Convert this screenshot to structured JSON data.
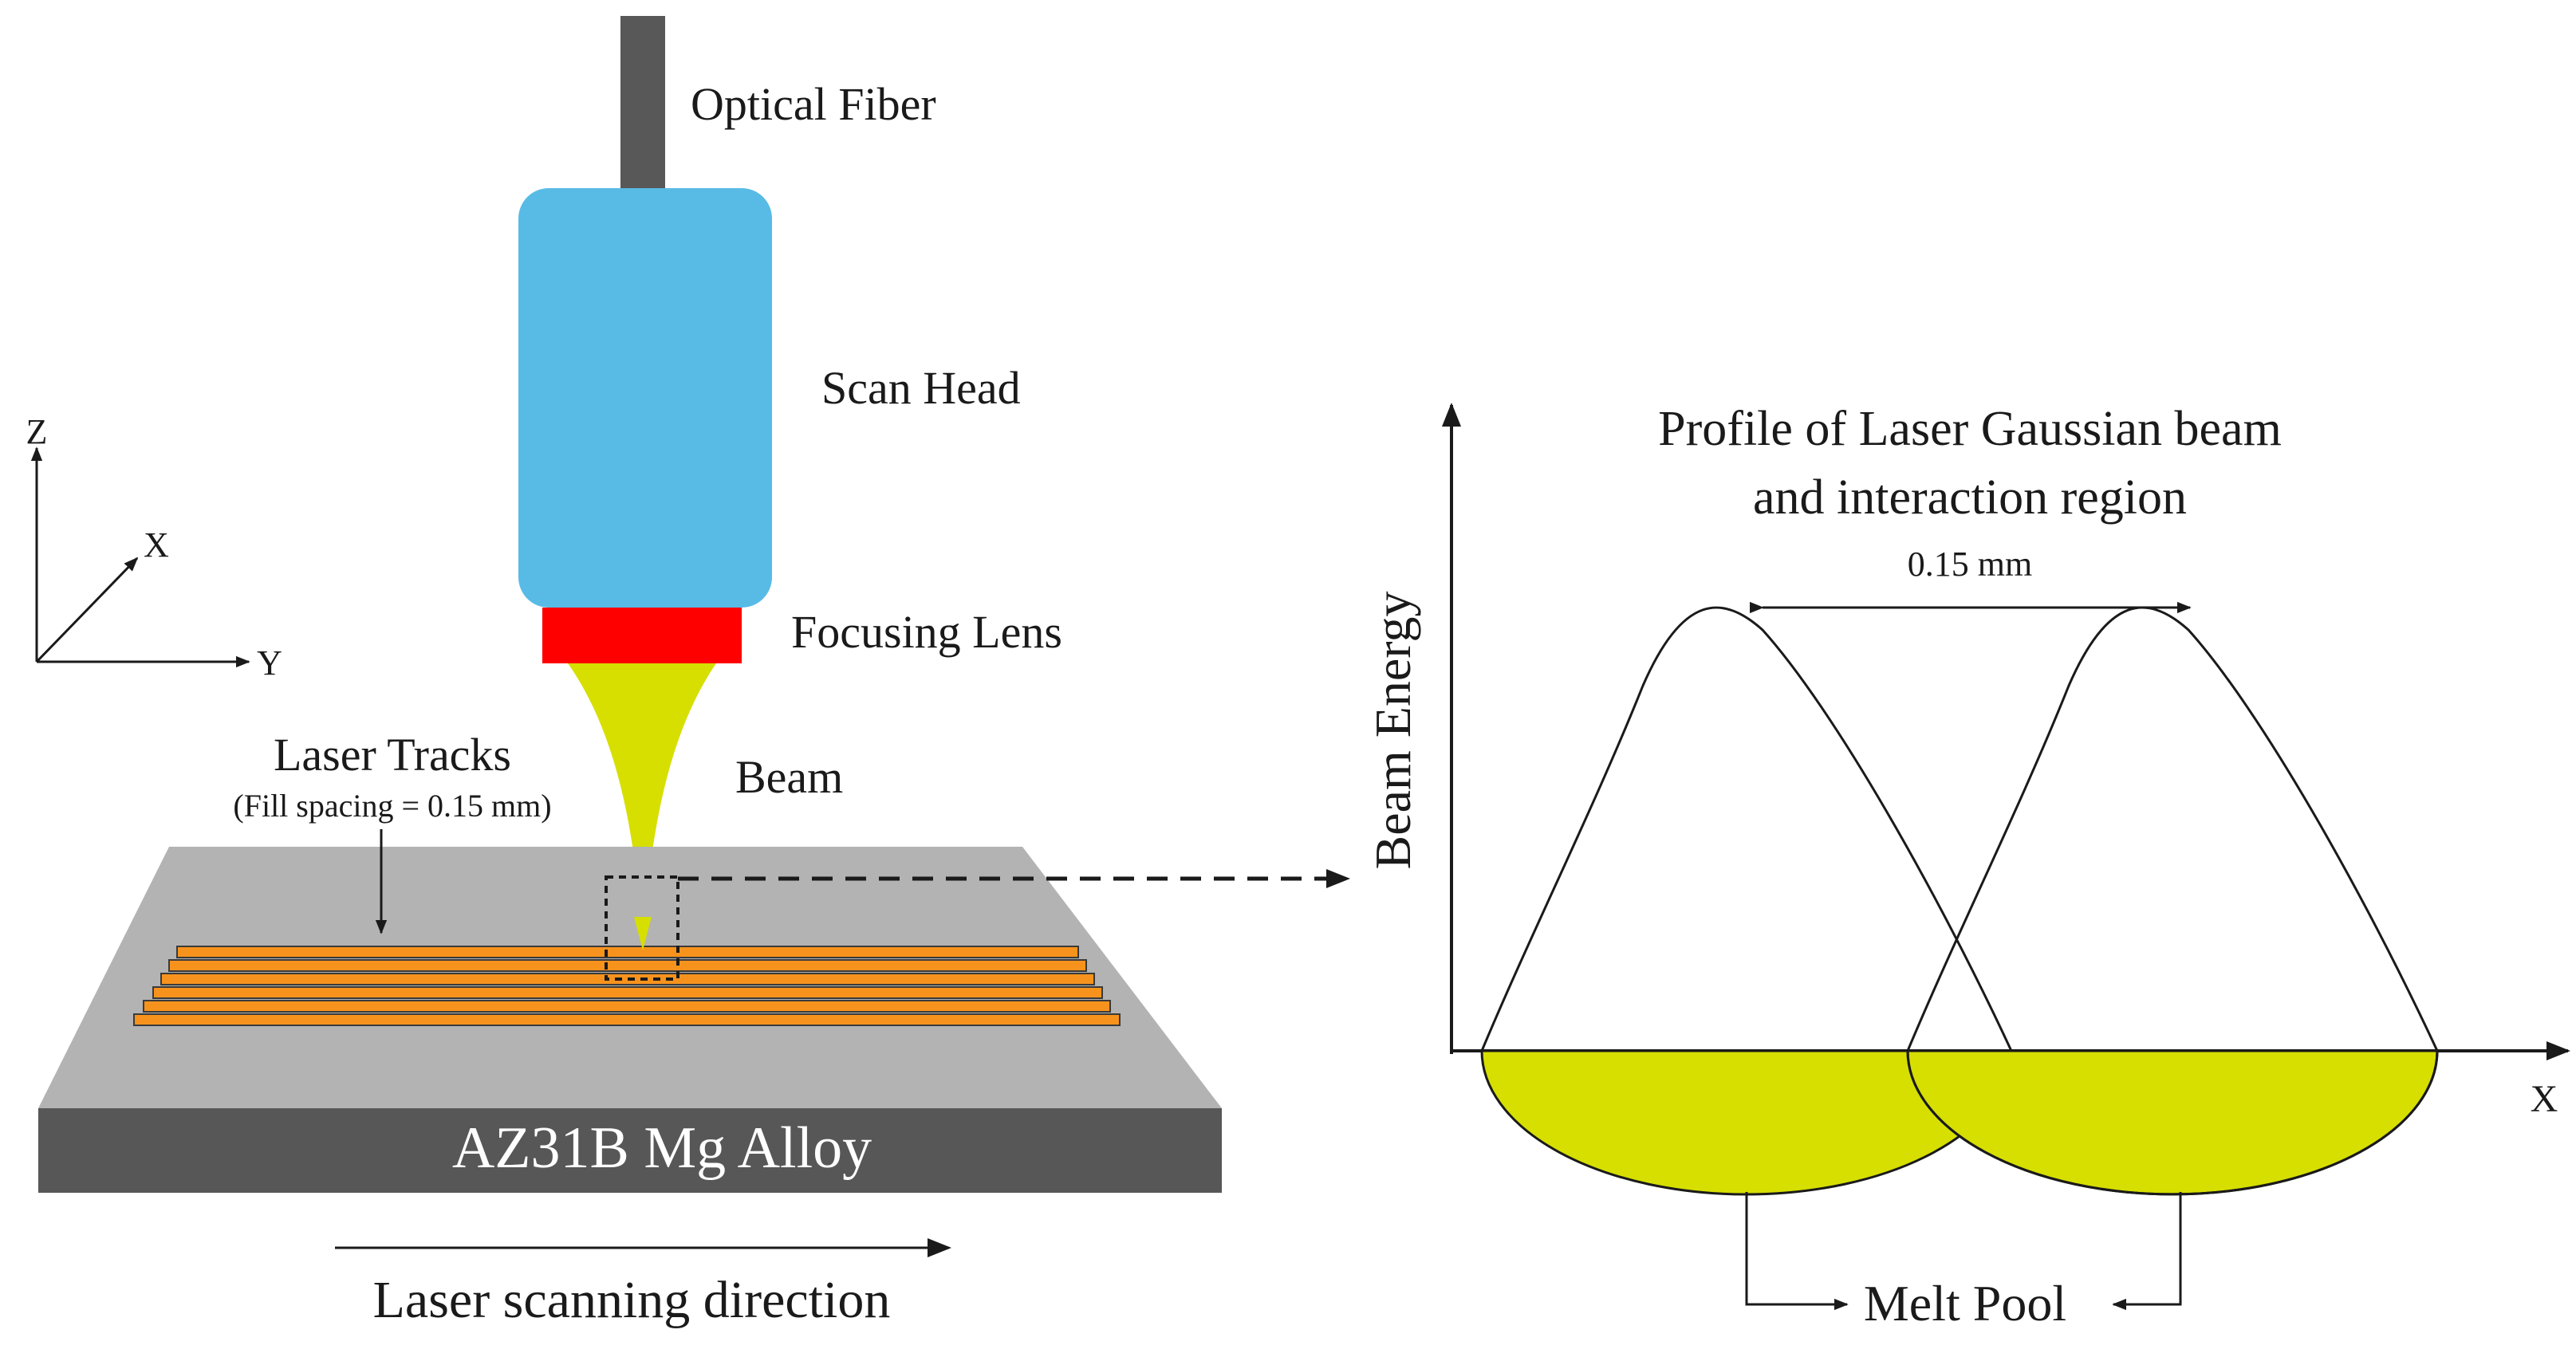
{
  "labels": {
    "optical_fiber": "Optical Fiber",
    "scan_head": "Scan Head",
    "focusing_lens": "Focusing Lens",
    "beam": "Beam",
    "laser_tracks": "Laser Tracks",
    "fill_spacing": "(Fill spacing = 0.15 mm)",
    "substrate": "AZ31B Mg Alloy",
    "scan_direction": "Laser scanning direction",
    "melt_pool": "Melt Pool"
  },
  "axes_3d": {
    "z": "Z",
    "x": "X",
    "y": "Y"
  },
  "profile": {
    "title_line1": "Profile of Laser Gaussian beam",
    "title_line2": "and interaction region",
    "ylabel": "Beam Energy",
    "xlabel": "X",
    "spacing_label": "0.15 mm"
  },
  "colors": {
    "scan_head": "#58bbe6",
    "lens": "#fe0000",
    "beam": "#d6df00",
    "plate_top": "#b3b3b3",
    "plate_side": "#575757",
    "track": "#f7931d",
    "fiber": "#585858",
    "melt_pool": "#d6df00"
  }
}
